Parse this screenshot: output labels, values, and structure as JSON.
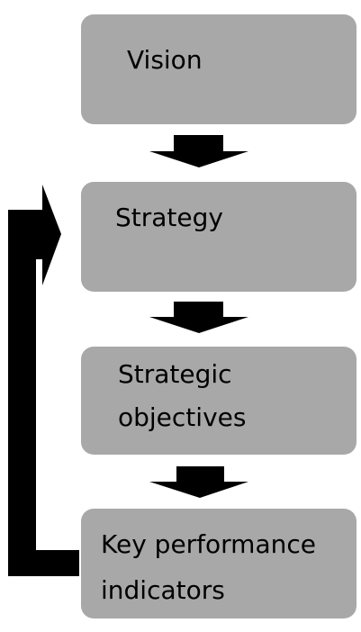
{
  "colors": {
    "box_fill": "#a8a8a8",
    "arrow": "#000000",
    "text": "#000000",
    "background": "#ffffff"
  },
  "boxes": {
    "vision": "Vision",
    "strategy": "Strategy",
    "objectives": "Strategic\nobjectives",
    "kpi": "Key performance\nindicators"
  },
  "connectors": {
    "down_arrows": 3,
    "feedback_arrow": "from Key performance indicators back to Strategy"
  }
}
